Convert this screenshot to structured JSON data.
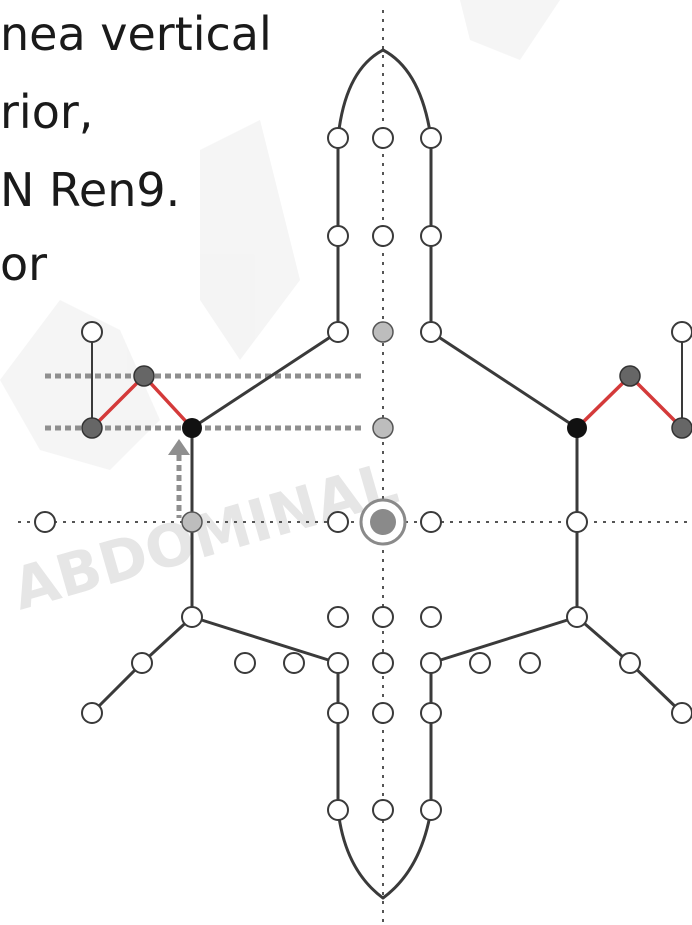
{
  "text_lines": [
    "nea vertical",
    "rior,",
    "N Ren9.",
    "or"
  ],
  "watermark": "ABDOMINAL",
  "colors": {
    "outline": "#3a3a3a",
    "red_segment": "#d43a3a",
    "black_node": "#111111",
    "dark_node": "#666666",
    "gray_node": "#bdbdbd",
    "guide": "#8f8f8f",
    "watermark": "#e6e6e6"
  }
}
